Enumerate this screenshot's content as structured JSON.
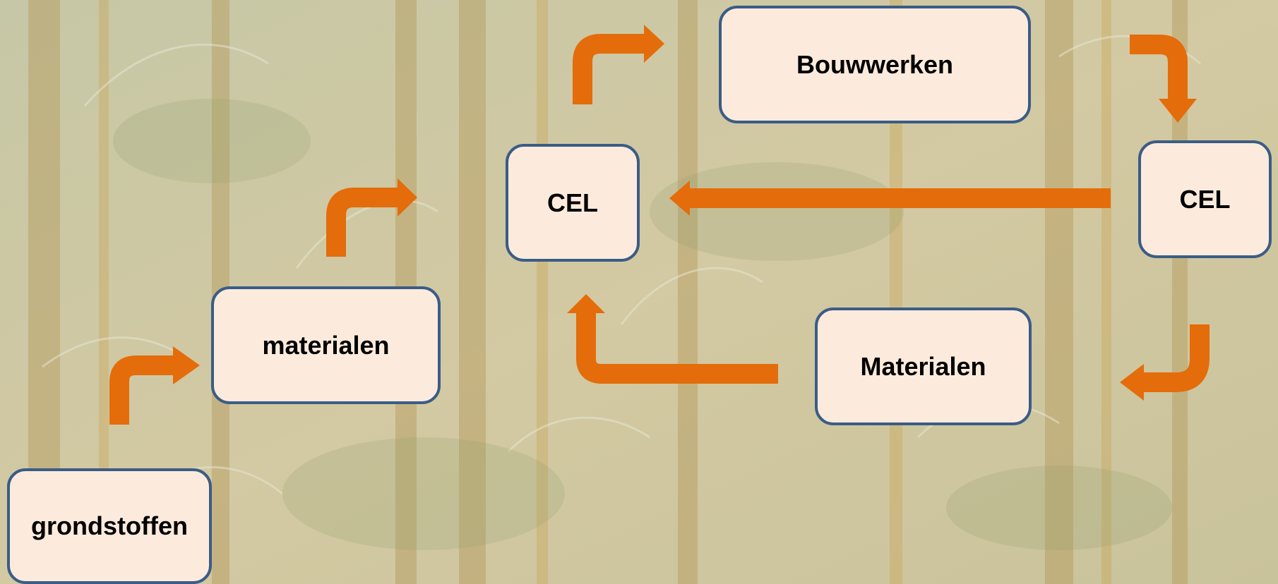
{
  "diagram": {
    "nodes": {
      "grondstoffen": "grondstoffen",
      "materialen_in": "materialen",
      "cel_left": "CEL",
      "bouwwerken": "Bouwwerken",
      "cel_right": "CEL",
      "materialen_out": "Materialen"
    },
    "edges": [
      {
        "from": "grondstoffen",
        "to": "materialen_in"
      },
      {
        "from": "materialen_in",
        "to": "cel_left"
      },
      {
        "from": "cel_left",
        "to": "bouwwerken"
      },
      {
        "from": "bouwwerken",
        "to": "cel_right"
      },
      {
        "from": "cel_right",
        "to": "cel_left"
      },
      {
        "from": "cel_right",
        "to": "materialen_out"
      },
      {
        "from": "materialen_out",
        "to": "cel_left"
      }
    ]
  },
  "colors": {
    "box_fill": "#fcebdc",
    "box_border": "#3b5c86",
    "arrow": "#e46c0a"
  }
}
